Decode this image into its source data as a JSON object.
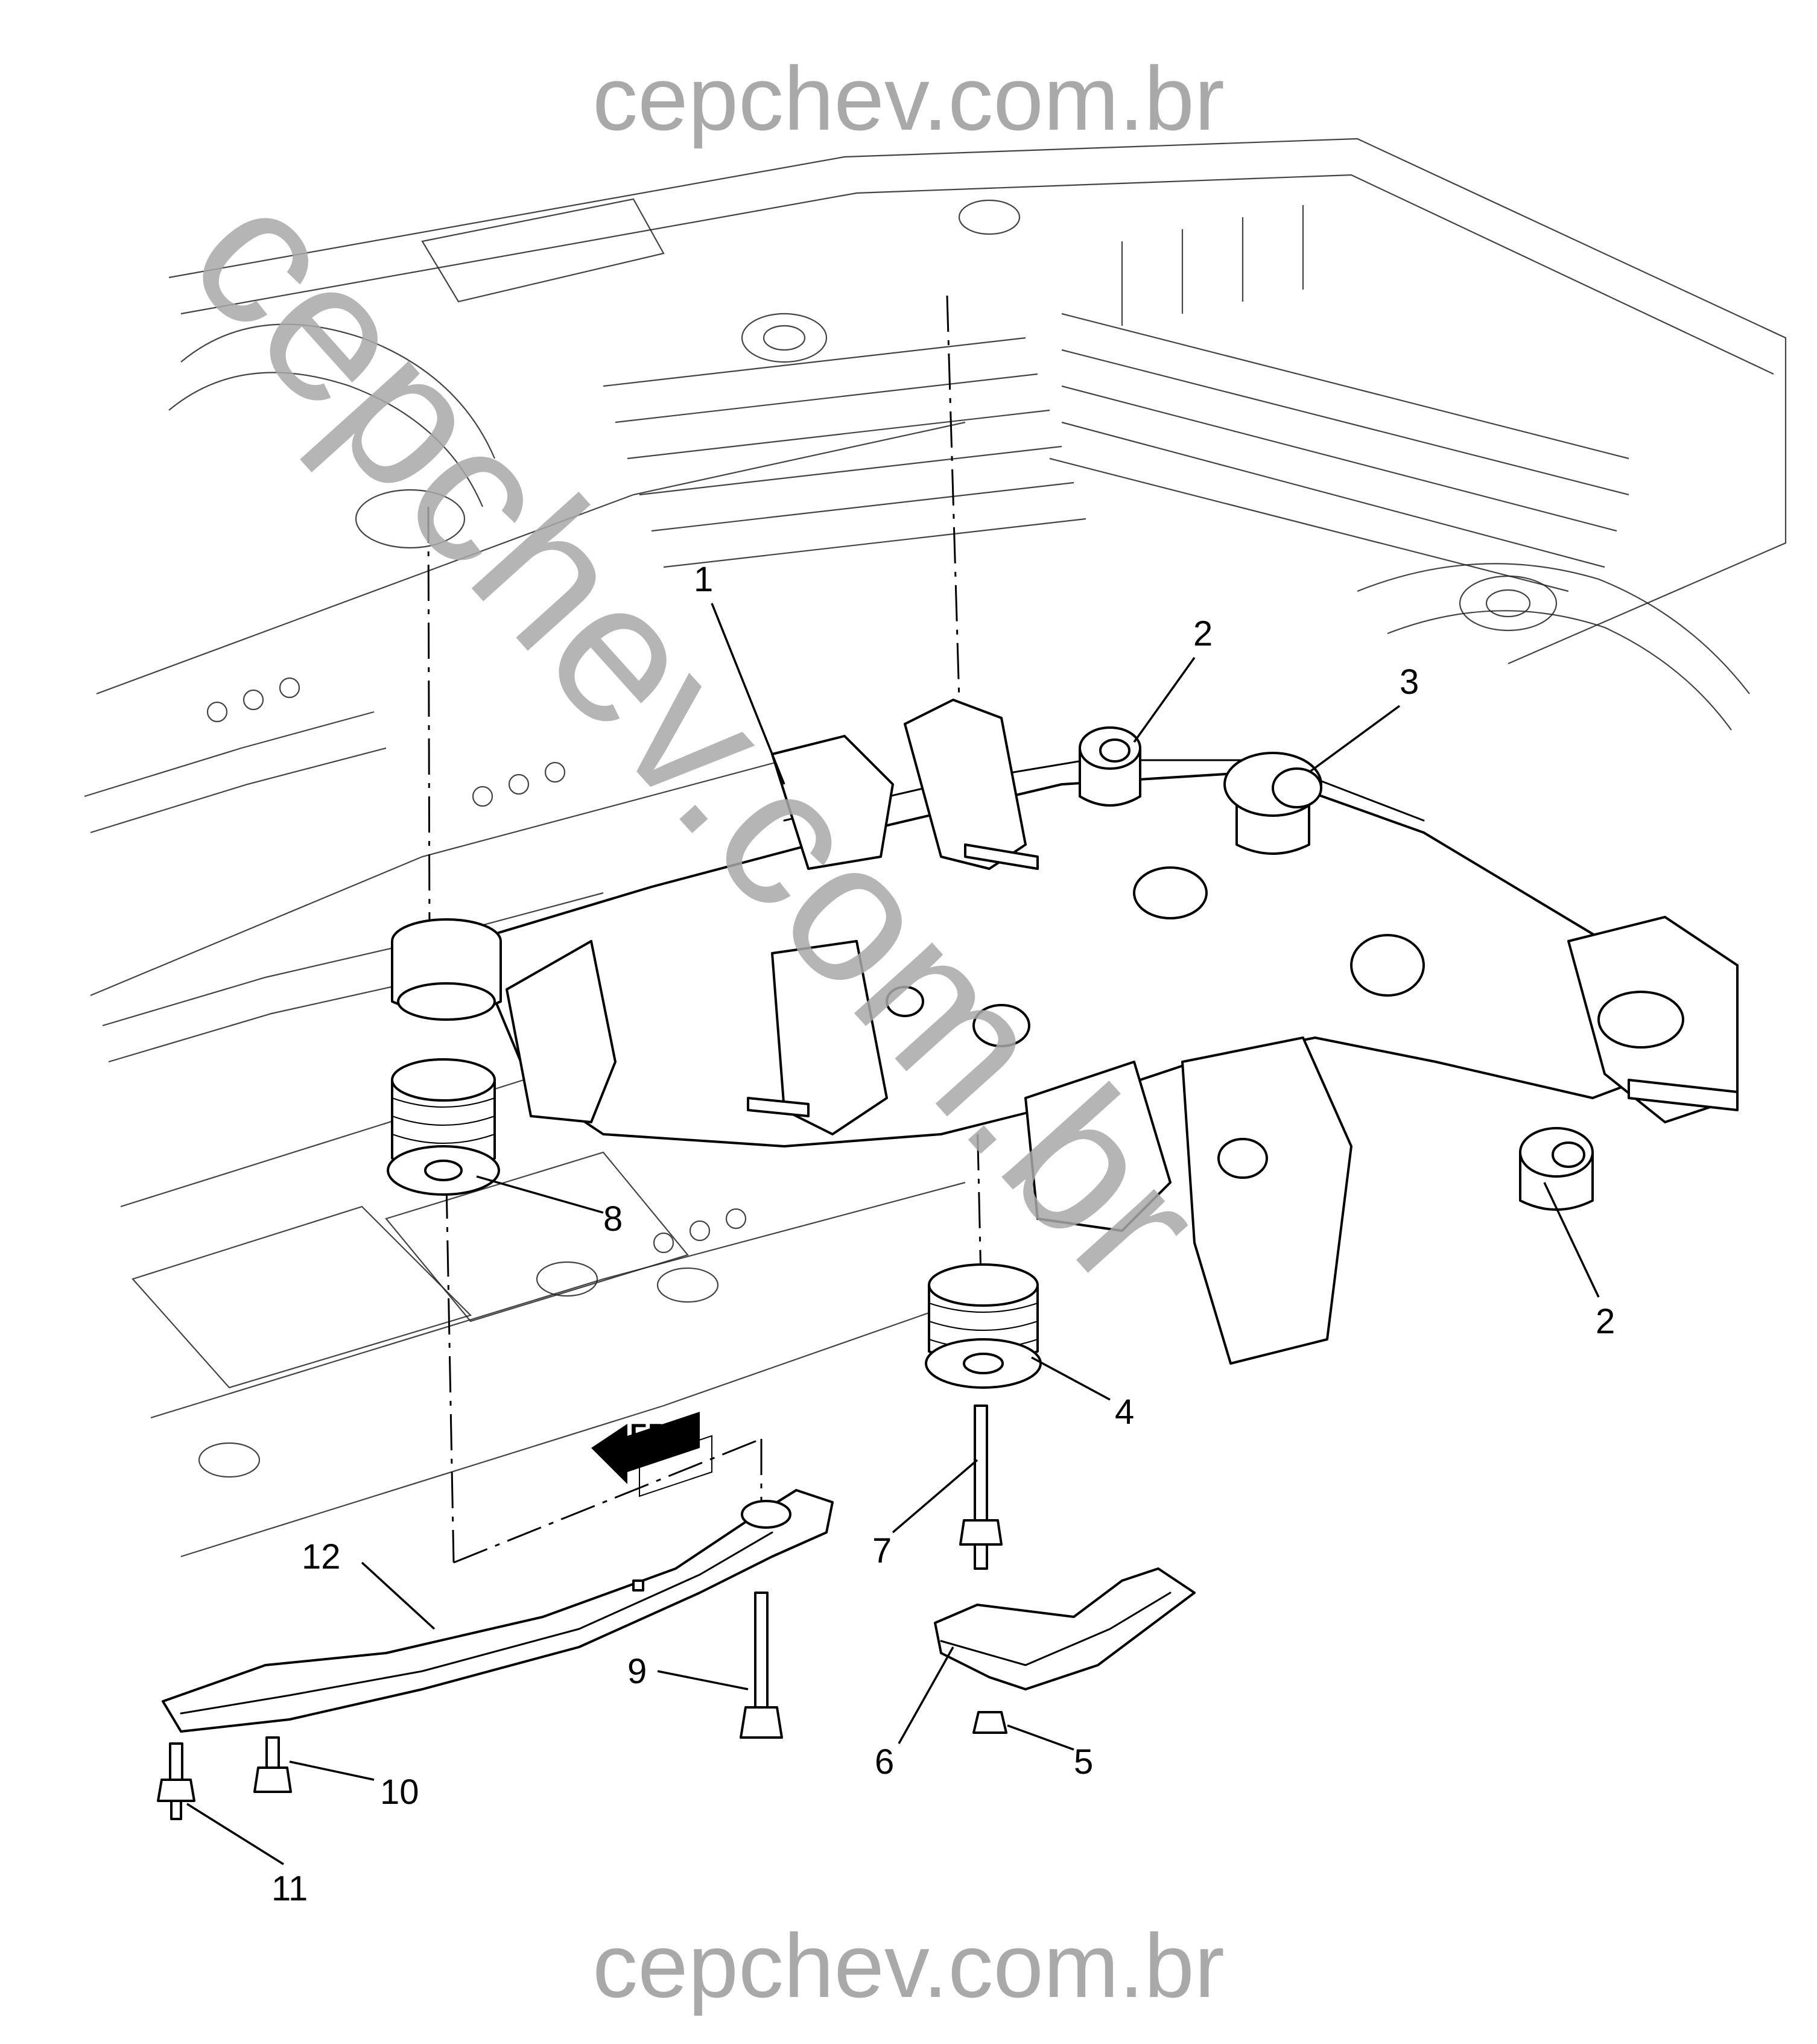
{
  "watermark": {
    "top": "cepchev.com.br",
    "bottom": "cepchev.com.br",
    "diagonal": "cepchev.com.br",
    "color": "#a9a9a9"
  },
  "direction_label": "FRT",
  "callouts": {
    "c1": "1",
    "c2a": "2",
    "c2b": "2",
    "c3": "3",
    "c4": "4",
    "c5": "5",
    "c6": "6",
    "c7": "7",
    "c8": "8",
    "c9": "9",
    "c10": "10",
    "c11": "11",
    "c12": "12"
  }
}
